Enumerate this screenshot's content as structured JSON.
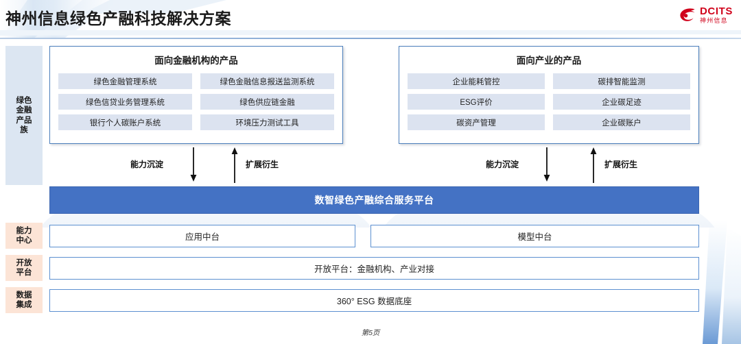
{
  "header": {
    "title": "神州信息绿色产融科技解决方案",
    "logo_en": "DCITS",
    "logo_cn": "神州信息",
    "logo_color": "#d0021b"
  },
  "colors": {
    "platform_blue": "#4472c4",
    "panel_border": "#4a7ebb",
    "chip_bg": "#dce3f0",
    "sidebar_blue": "#dce6f2",
    "sidebar_peach": "#fce4d6",
    "row_border": "#5b8fd0"
  },
  "sidebar": {
    "items": [
      {
        "key": "product-family",
        "label": "绿色\n金融\n产品\n族",
        "style": "blue"
      },
      {
        "key": "capability-center",
        "label": "能力\n中心",
        "style": "peach"
      },
      {
        "key": "open-platform",
        "label": "开放\n平台",
        "style": "peach"
      },
      {
        "key": "data-integration",
        "label": "数据\n集成",
        "style": "peach"
      }
    ]
  },
  "panels": [
    {
      "key": "financial-institutions",
      "title": "面向金融机构的产品",
      "items": [
        "绿色金融管理系统",
        "绿色金融信息报送监测系统",
        "绿色信贷业务管理系统",
        "绿色供应链金融",
        "银行个人碳账户系统",
        "环境压力测试工具"
      ]
    },
    {
      "key": "industry",
      "title": "面向产业的产品",
      "items": [
        "企业能耗管控",
        "碳排智能监测",
        "ESG评价",
        "企业碳足迹",
        "碳资产管理",
        "企业碳账户"
      ]
    }
  ],
  "flows": [
    {
      "key": "left-flow",
      "down_label": "能力沉淀",
      "up_label": "扩展衍生"
    },
    {
      "key": "right-flow",
      "down_label": "能力沉淀",
      "up_label": "扩展衍生"
    }
  ],
  "platform": {
    "label": "数智绿色产融综合服务平台"
  },
  "capability_center": {
    "left": "应用中台",
    "right": "模型中台"
  },
  "open_platform": {
    "label": "开放平台：金融机构、产业对接"
  },
  "data_integration": {
    "label": "360° ESG 数据底座"
  },
  "footer": {
    "page_label": "第5页"
  }
}
